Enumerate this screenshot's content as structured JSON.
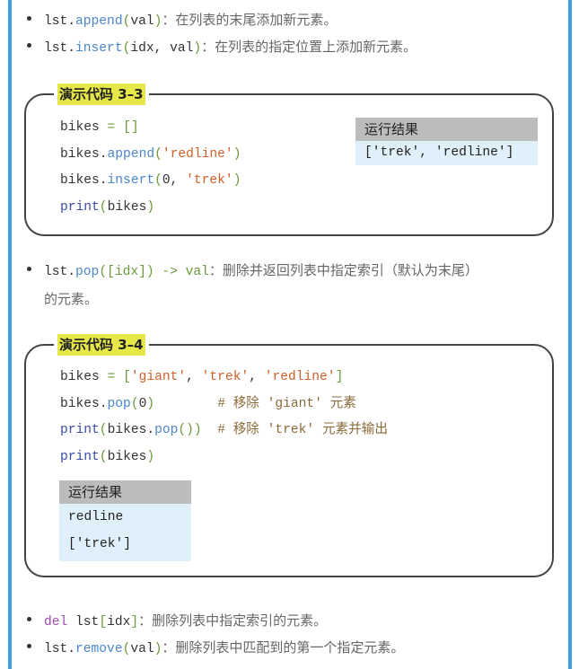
{
  "bullets_top": [
    {
      "code": [
        [
          "k",
          "lst."
        ],
        [
          "m",
          "append"
        ],
        [
          "p",
          "("
        ],
        [
          "k",
          "val"
        ],
        [
          "p",
          ")"
        ]
      ],
      "desc": "：在列表的末尾添加新元素。"
    },
    {
      "code": [
        [
          "k",
          "lst."
        ],
        [
          "m",
          "insert"
        ],
        [
          "p",
          "("
        ],
        [
          "k",
          "idx, val"
        ],
        [
          "p",
          ")"
        ]
      ],
      "desc": "：在列表的指定位置上添加新元素。"
    }
  ],
  "demo1": {
    "label": "演示代码 3–3",
    "code": [
      [
        [
          "k",
          "bikes "
        ],
        [
          "o",
          "="
        ],
        [
          "k",
          " "
        ],
        [
          "p",
          "[]"
        ]
      ],
      [
        [
          "k",
          "bikes."
        ],
        [
          "m",
          "append"
        ],
        [
          "p",
          "("
        ],
        [
          "s",
          "'redline'"
        ],
        [
          "p",
          ")"
        ]
      ],
      [
        [
          "k",
          "bikes."
        ],
        [
          "m",
          "insert"
        ],
        [
          "p",
          "("
        ],
        [
          "k",
          "0, "
        ],
        [
          "s",
          "'trek'"
        ],
        [
          "p",
          ")"
        ]
      ],
      [
        [
          "f",
          "print"
        ],
        [
          "p",
          "("
        ],
        [
          "k",
          "bikes"
        ],
        [
          "p",
          ")"
        ]
      ]
    ],
    "result_title": "运行结果",
    "result": [
      "['trek', 'redline']"
    ]
  },
  "bullet_pop": {
    "code": [
      [
        "k",
        "lst."
      ],
      [
        "m",
        "pop"
      ],
      [
        "p",
        "([idx]) -> val"
      ]
    ],
    "desc": "：删除并返回列表中指定索引（默认为末尾）",
    "desc2": "的元素。"
  },
  "demo2": {
    "label": "演示代码 3–4",
    "code": [
      [
        [
          "k",
          "bikes "
        ],
        [
          "o",
          "="
        ],
        [
          "k",
          " "
        ],
        [
          "p",
          "["
        ],
        [
          "s",
          "'giant'"
        ],
        [
          "k",
          ", "
        ],
        [
          "s",
          "'trek'"
        ],
        [
          "k",
          ", "
        ],
        [
          "s",
          "'redline'"
        ],
        [
          "p",
          "]"
        ]
      ],
      [
        [
          "k",
          "bikes."
        ],
        [
          "m",
          "pop"
        ],
        [
          "p",
          "("
        ],
        [
          "k",
          "0"
        ],
        [
          "p",
          ")"
        ],
        [
          "k",
          "        "
        ],
        [
          "c",
          "# 移除 'giant' 元素"
        ]
      ],
      [
        [
          "f",
          "print"
        ],
        [
          "p",
          "("
        ],
        [
          "k",
          "bikes."
        ],
        [
          "m",
          "pop"
        ],
        [
          "p",
          "())"
        ],
        [
          "k",
          "  "
        ],
        [
          "c",
          "# 移除 'trek' 元素并输出"
        ]
      ],
      [
        [
          "f",
          "print"
        ],
        [
          "p",
          "("
        ],
        [
          "k",
          "bikes"
        ],
        [
          "p",
          ")"
        ]
      ]
    ],
    "result_title": "运行结果",
    "result": [
      "redline",
      "['trek']"
    ]
  },
  "bullets_bottom": [
    {
      "code": [
        [
          "d",
          "del"
        ],
        [
          "k",
          " lst"
        ],
        [
          "p",
          "["
        ],
        [
          "k",
          "idx"
        ],
        [
          "p",
          "]"
        ]
      ],
      "desc": "：删除列表中指定索引的元素。"
    },
    {
      "code": [
        [
          "k",
          "lst."
        ],
        [
          "m",
          "remove"
        ],
        [
          "p",
          "("
        ],
        [
          "k",
          "val"
        ],
        [
          "p",
          ")"
        ]
      ],
      "desc": "：删除列表中匹配到的第一个指定元素。"
    }
  ]
}
